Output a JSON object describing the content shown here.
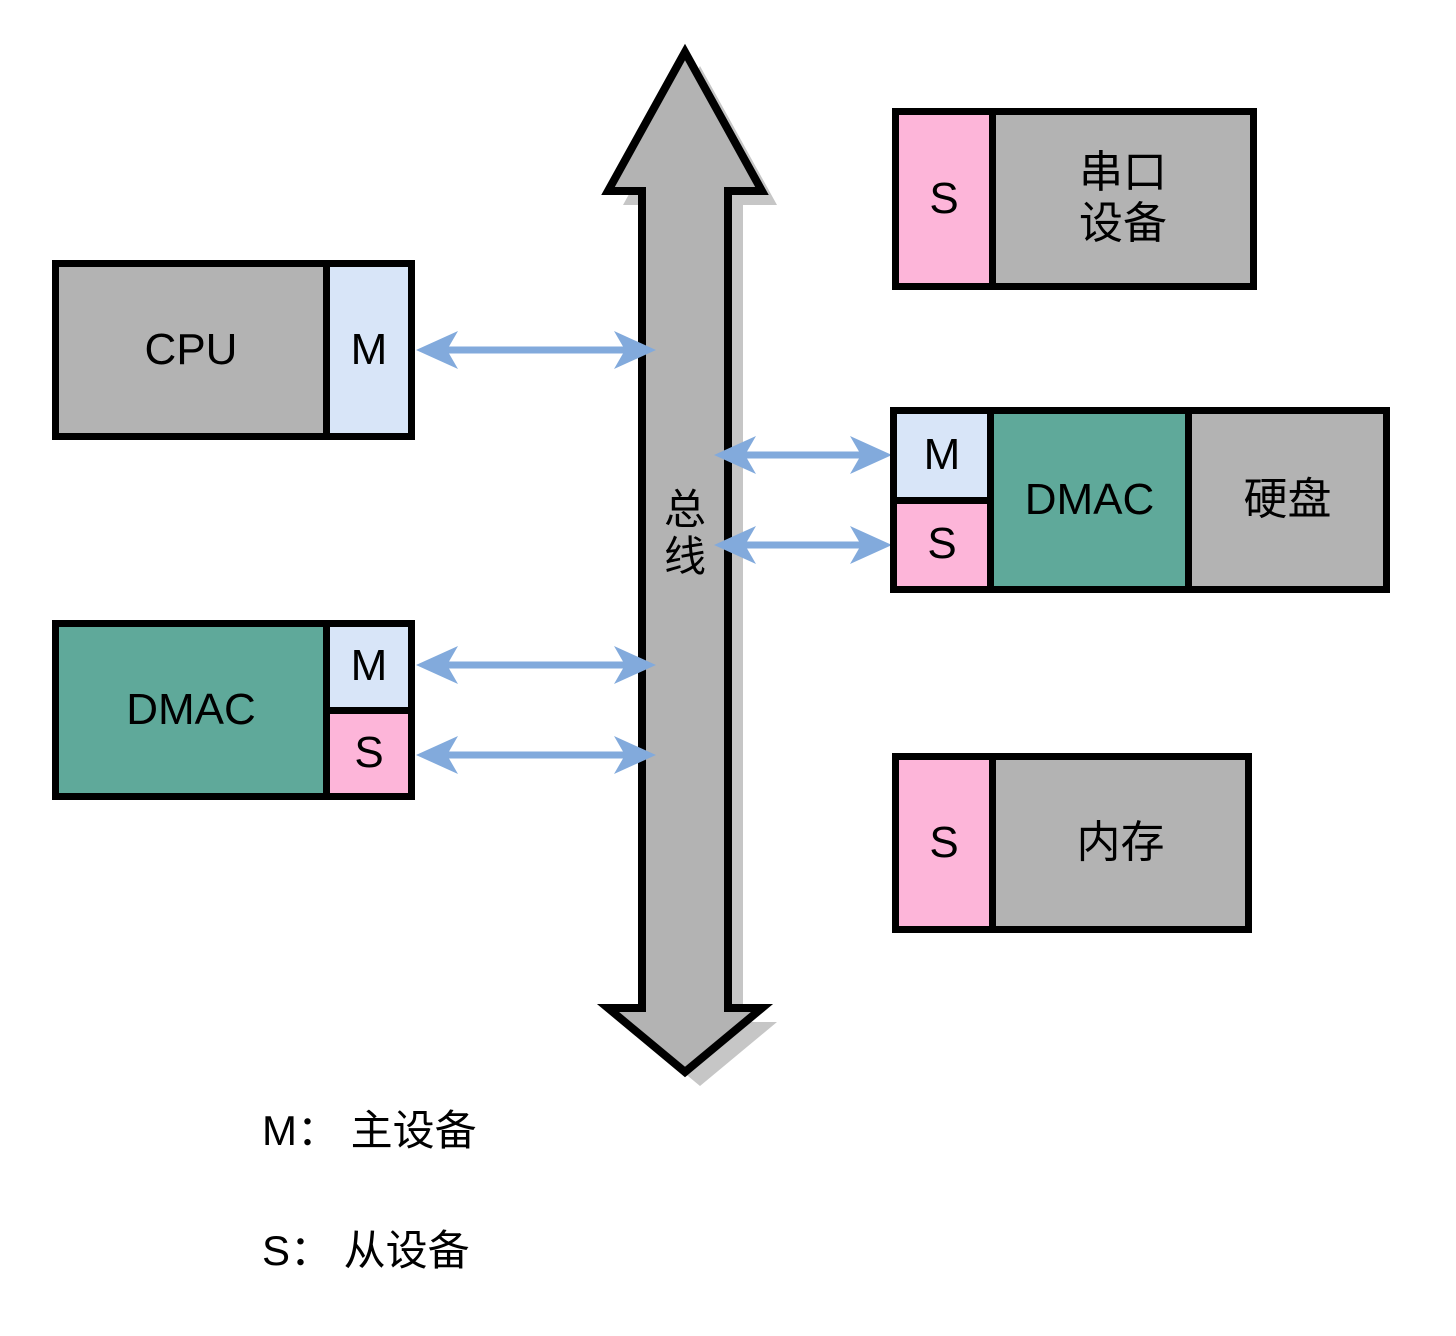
{
  "bus": {
    "label": "总线"
  },
  "blocks": {
    "cpu": {
      "label": "CPU",
      "port_m": "M"
    },
    "dmac_left": {
      "label": "DMAC",
      "port_m": "M",
      "port_s": "S"
    },
    "serial": {
      "port_s": "S",
      "name_line1": "串口",
      "name_line2": "设备"
    },
    "dmac_right": {
      "port_m": "M",
      "port_s": "S",
      "label": "DMAC",
      "device": "硬盘"
    },
    "memory": {
      "port_s": "S",
      "name": "内存"
    }
  },
  "legend": {
    "master": "M： 主设备",
    "slave": "S： 从设备"
  },
  "colors": {
    "block-gray": "#b3b3b3",
    "block-teal": "#5fa99a",
    "port-blue": "#d8e5f8",
    "port-pink": "#fdb5d9",
    "arrow-blue": "#82aadc",
    "bus-gray": "#b3b3b3",
    "bus-shadow": "#c6c6c6",
    "border-black": "#000000"
  }
}
